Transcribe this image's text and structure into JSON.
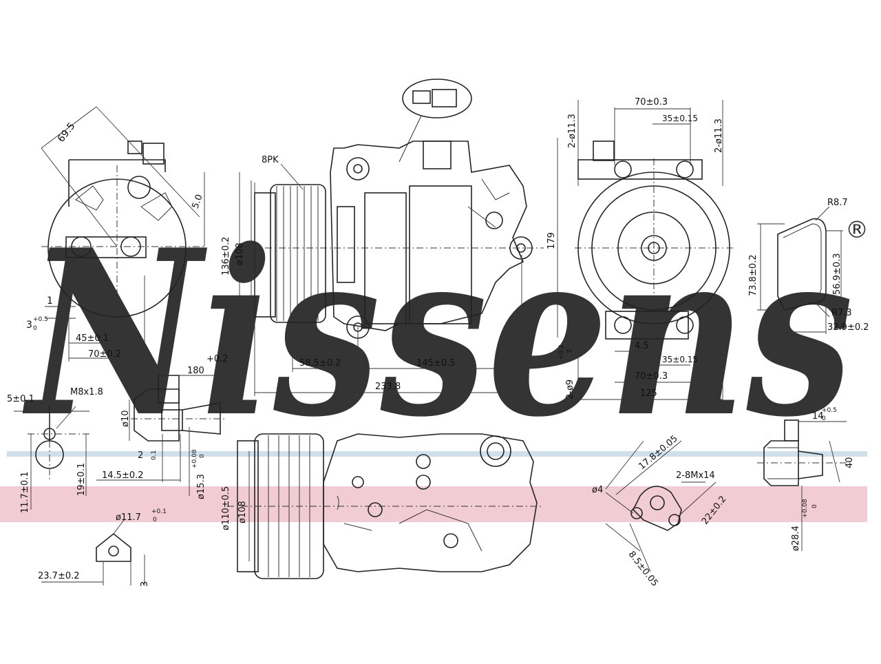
{
  "watermark": {
    "brand": "Nissens",
    "registered": "®",
    "color": "#a8c6dc",
    "band_color": "#e8a9b4",
    "line_color": "#a8c6dc"
  },
  "dims": {
    "d69_5": "69.5",
    "d5_0": "5.0",
    "d1": "1",
    "d3_0_5": "3",
    "d3_0_5_tol": "+0.5",
    "d3_0_5_tol2": "0",
    "d45": "45±0.1",
    "d70_left": "70±0.2",
    "d8pk": "8PK",
    "d136": "136±0.2",
    "d108_top": "ø108",
    "d58_5": "58.5±0.2",
    "d145": "145±0.5",
    "d233_8": "233.8",
    "d179": "179",
    "d2_11_3a": "2-ø11.3",
    "d2_11_3b": "2-ø11.3",
    "d70_top": "70±0.3",
    "d35_top": "35±0.15",
    "d4_5": "4.5",
    "d35_bot": "35±0.15",
    "d70_bot": "70±0.3",
    "d125": "125",
    "d2_9": "2-ø9",
    "d2_9_tol": "+0.2",
    "d2_9_tol2": "0",
    "dR8_7": "R8.7",
    "d73_8": "73.8±0.2",
    "d56_9": "56.9±0.3",
    "dR7_3": "R7.3",
    "d32_9": "32.9±0.2",
    "d5_01": "5±0.1",
    "dM8": "M8x1.8",
    "d11_7": "11.7±0.1",
    "d19": "19±0.1",
    "d180": "180",
    "d180_tol": "+0.2",
    "d10": "ø10",
    "d2_0_1": "2",
    "d2_0_1_tol": "0.1",
    "d14_5": "14.5±0.2",
    "d15_3": "ø15.3",
    "d15_3_tol": "+0.08",
    "d15_3_tol2": "0",
    "d11_7b": "ø11.7",
    "d11_7b_tol": "+0.1",
    "d11_7b_tol2": "0",
    "d23_7": "23.7±0.2",
    "d3": "3",
    "d110": "ø110±0.5",
    "d108_bot": "ø108",
    "d17_8": "17.8±0.05",
    "d4": "ø4",
    "d2_8M": "2-8Mx14",
    "d22": "22±0.2",
    "d8_5": "8.5±0.05",
    "d14": "14",
    "d14_tol": "+0.5",
    "d14_tol2": "0",
    "d40": "40",
    "d28_4": "ø28.4",
    "d28_4_tol": "+0.08",
    "d28_4_tol2": "0"
  }
}
